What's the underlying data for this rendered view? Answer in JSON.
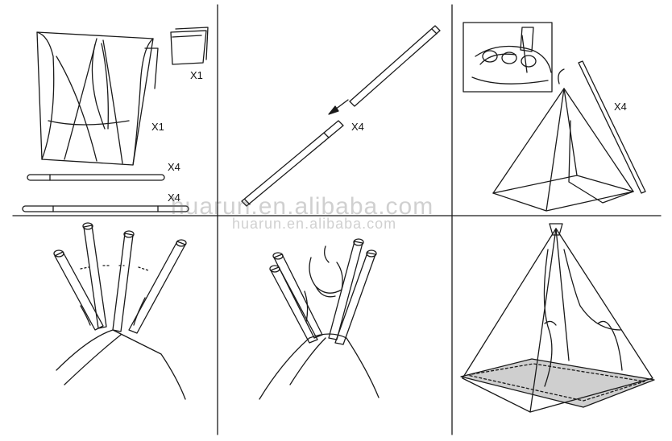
{
  "panel1": {
    "canvas_qty": "X1",
    "bag_qty": "X1",
    "pole_short_qty": "X4",
    "pole_long_qty": "X4"
  },
  "panel2": {
    "pole_qty": "X4"
  },
  "panel3": {
    "pole_qty": "X4"
  },
  "watermark": {
    "main": "huarun.en.alibaba.com",
    "secondary": "huarun.en.alibaba.com"
  },
  "colors": {
    "line": "#1a1a1a",
    "ground_sheet": "#cfcfcf"
  }
}
